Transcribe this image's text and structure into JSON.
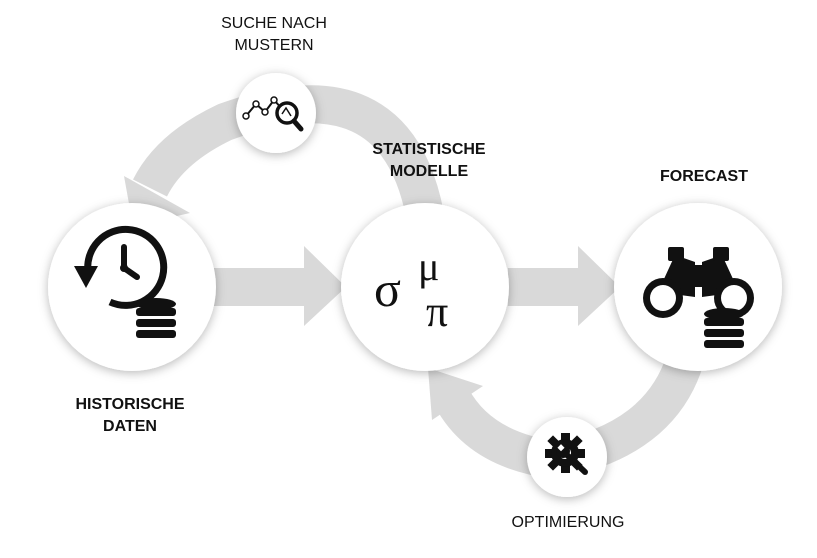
{
  "colors": {
    "arrow": "#d9d9d9",
    "node_fill": "#ffffff",
    "icon": "#111111",
    "text": "#111111"
  },
  "nodes": {
    "historische_daten": {
      "label_line1": "HISTORISCHE",
      "label_line2": "DATEN",
      "icon": "history-database-icon"
    },
    "statistische_modelle": {
      "label_line1": "STATISTISCHE",
      "label_line2": "MODELLE",
      "icon": "sigma-mu-pi-icon",
      "sigma": "σ",
      "mu": "μ",
      "pi": "π"
    },
    "forecast": {
      "label": "FORECAST",
      "icon": "binoculars-database-icon"
    },
    "suche_nach_mustern": {
      "label_line1": "SUCHE NACH",
      "label_line2": "MUSTERN",
      "icon": "pattern-search-icon"
    },
    "optimierung": {
      "label": "OPTIMIERUNG",
      "icon": "gear-wrench-icon"
    }
  }
}
